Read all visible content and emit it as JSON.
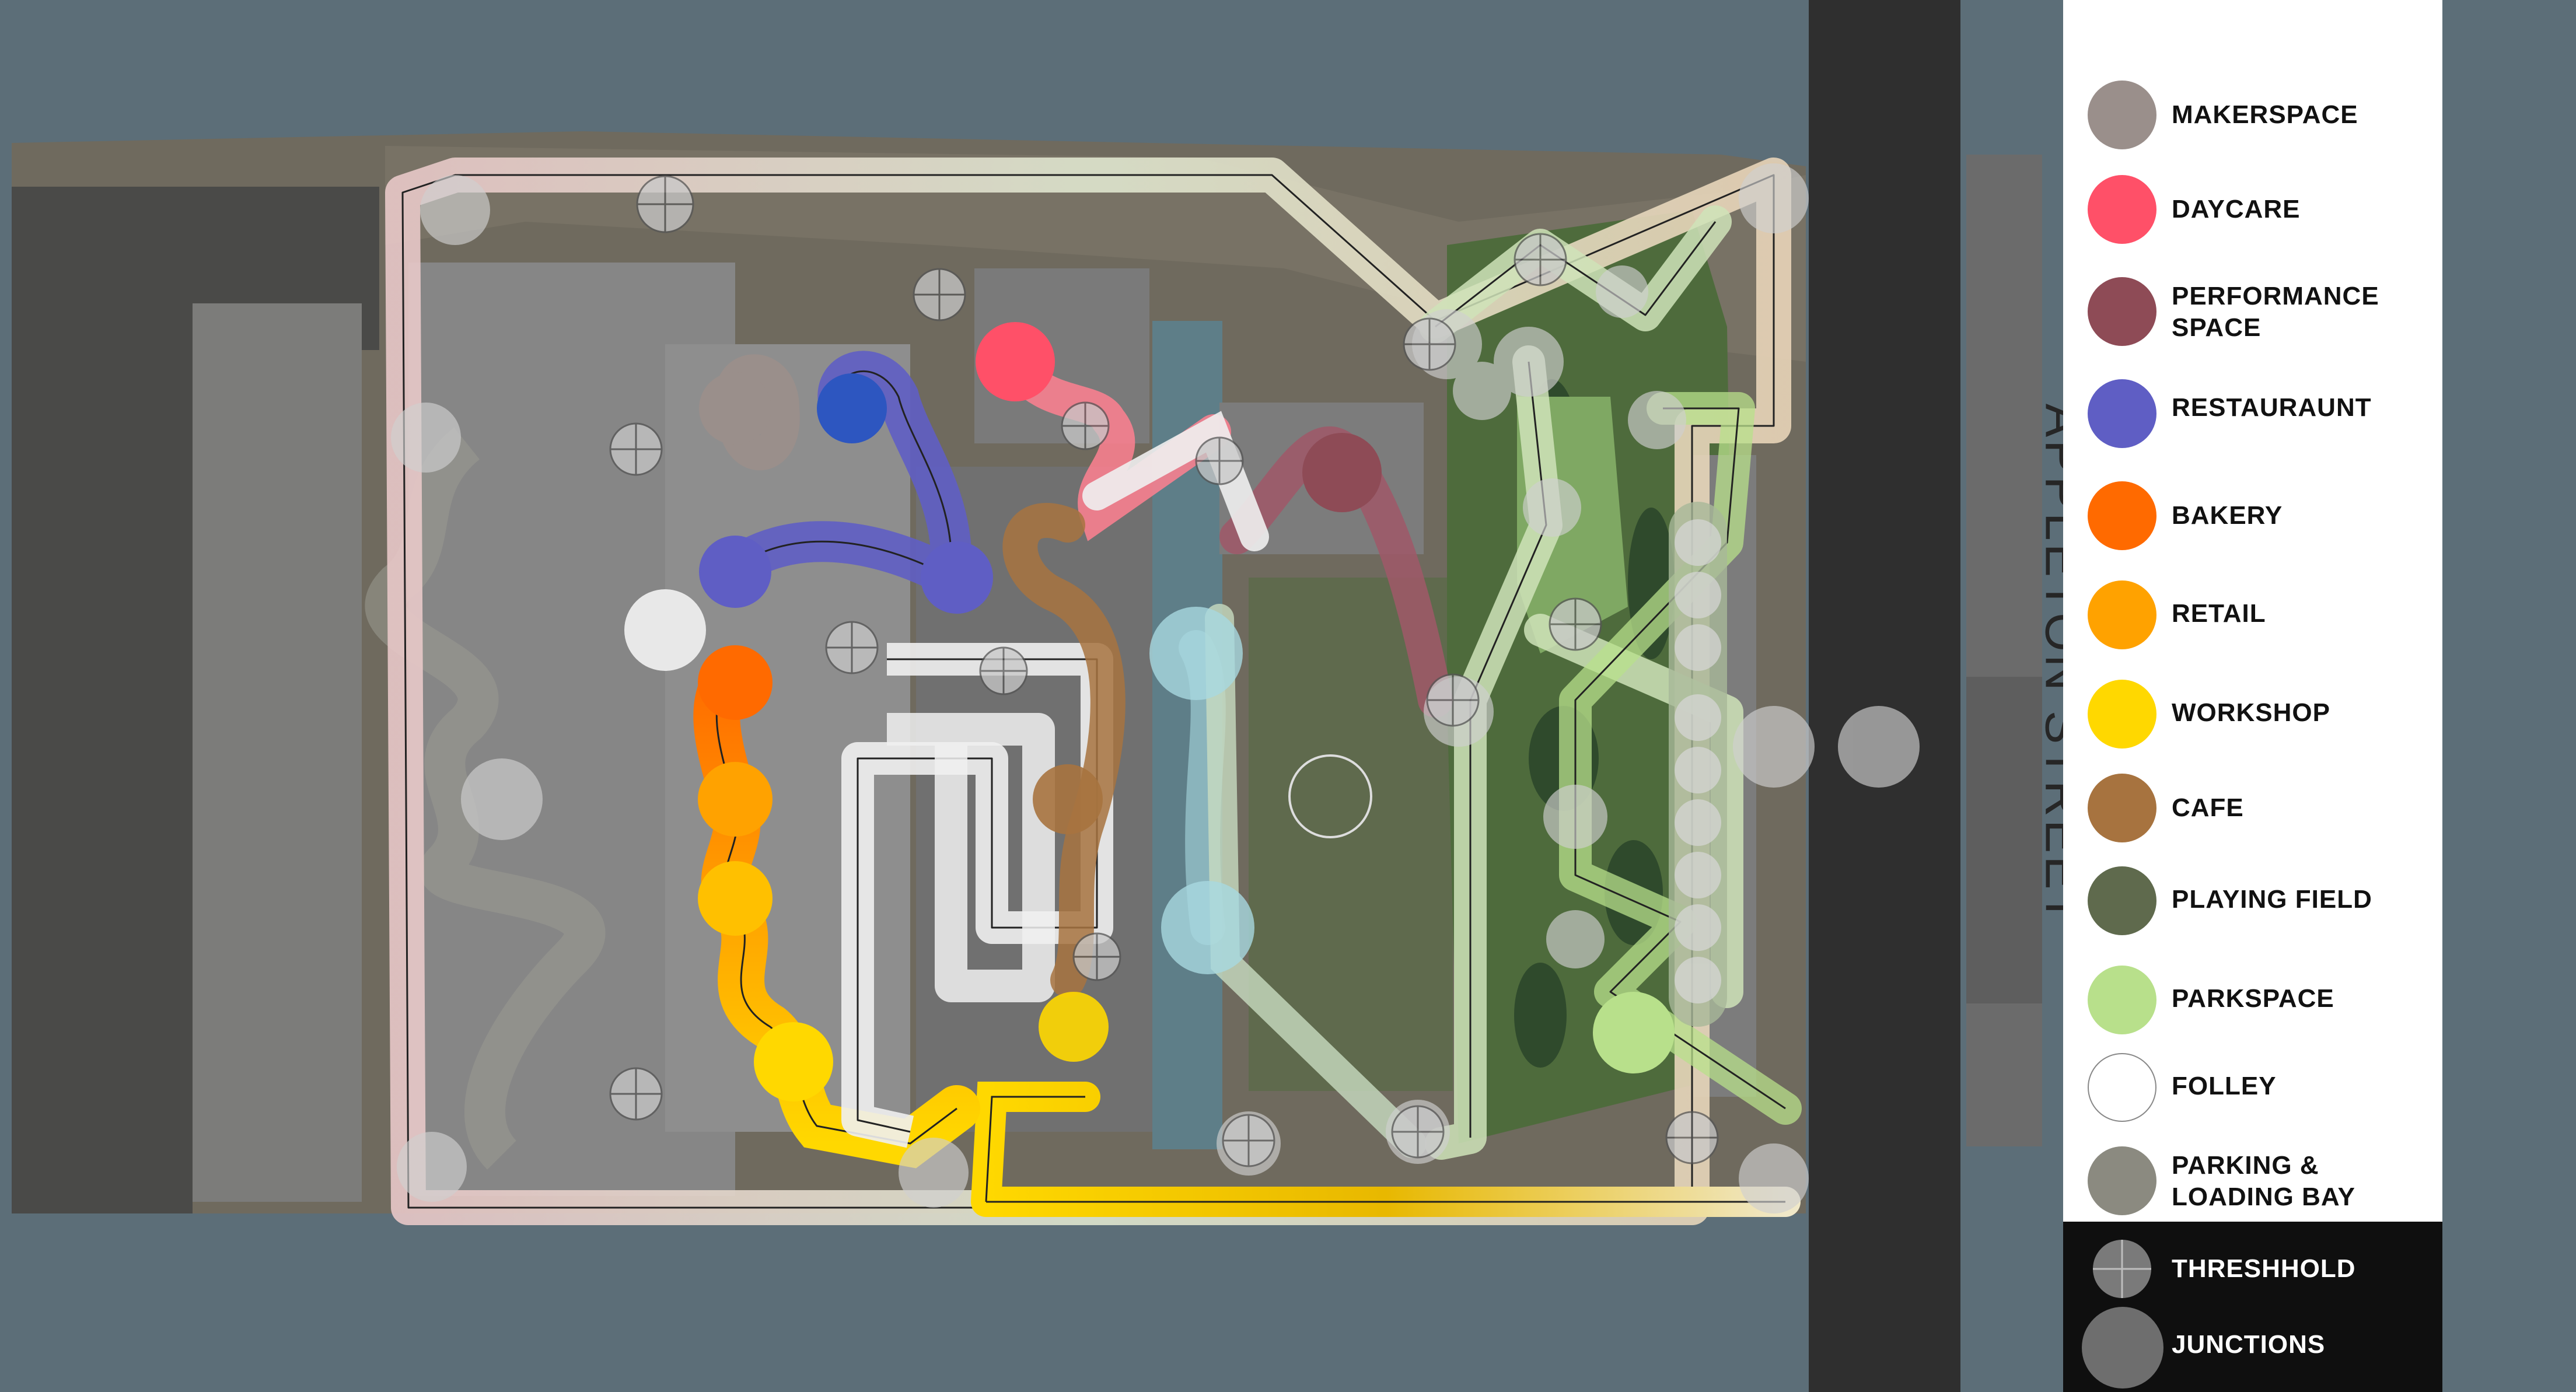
{
  "street": {
    "name": "APPLETON STREET"
  },
  "legend": {
    "items": [
      {
        "label": "MAKERSPACE",
        "color": "#9a8f8b",
        "icon": "makerspace-circle"
      },
      {
        "label": "DAYCARE",
        "color": "#ff5068",
        "icon": "daycare-circle"
      },
      {
        "label": "PERFORMANCE\nSPACE",
        "color": "#8e4b56",
        "icon": "performance-space-circle"
      },
      {
        "label": "RESTAURAUNT",
        "color": "#5f5ec4",
        "icon": "restaurant-circle"
      },
      {
        "label": "BAKERY",
        "color": "#ff6a00",
        "icon": "bakery-circle"
      },
      {
        "label": "RETAIL",
        "color": "#ffa200",
        "icon": "retail-circle"
      },
      {
        "label": "WORKSHOP",
        "color": "#ffd800",
        "icon": "workshop-circle"
      },
      {
        "label": "CAFE",
        "color": "#a7733f",
        "icon": "cafe-circle"
      },
      {
        "label": "PLAYING FIELD",
        "color": "#5f6a4d",
        "icon": "playing-field-circle"
      },
      {
        "label": "PARKSPACE",
        "color": "#b8e08b",
        "icon": "parkspace-circle"
      },
      {
        "label": "FOLLEY",
        "color": "#ffffff",
        "icon": "folley-circle"
      },
      {
        "label": "PARKING &\nLOADING BAY",
        "color": "#8b8a80",
        "icon": "parking-loading-circle"
      }
    ],
    "markers": [
      {
        "label": "THRESHHOLD",
        "color": "#7a7a7a",
        "icon": "threshold-crosshair-icon"
      },
      {
        "label": "JUNCTIONS",
        "color": "#6e6e6e",
        "icon": "junction-circle-icon"
      }
    ]
  },
  "colors": {
    "water_background": "#5c6e78",
    "street": "#2f2f2f",
    "site_ground": "#6f6a5e",
    "building_dark": "#4a4a48",
    "park_green": "#4e6b3c"
  }
}
